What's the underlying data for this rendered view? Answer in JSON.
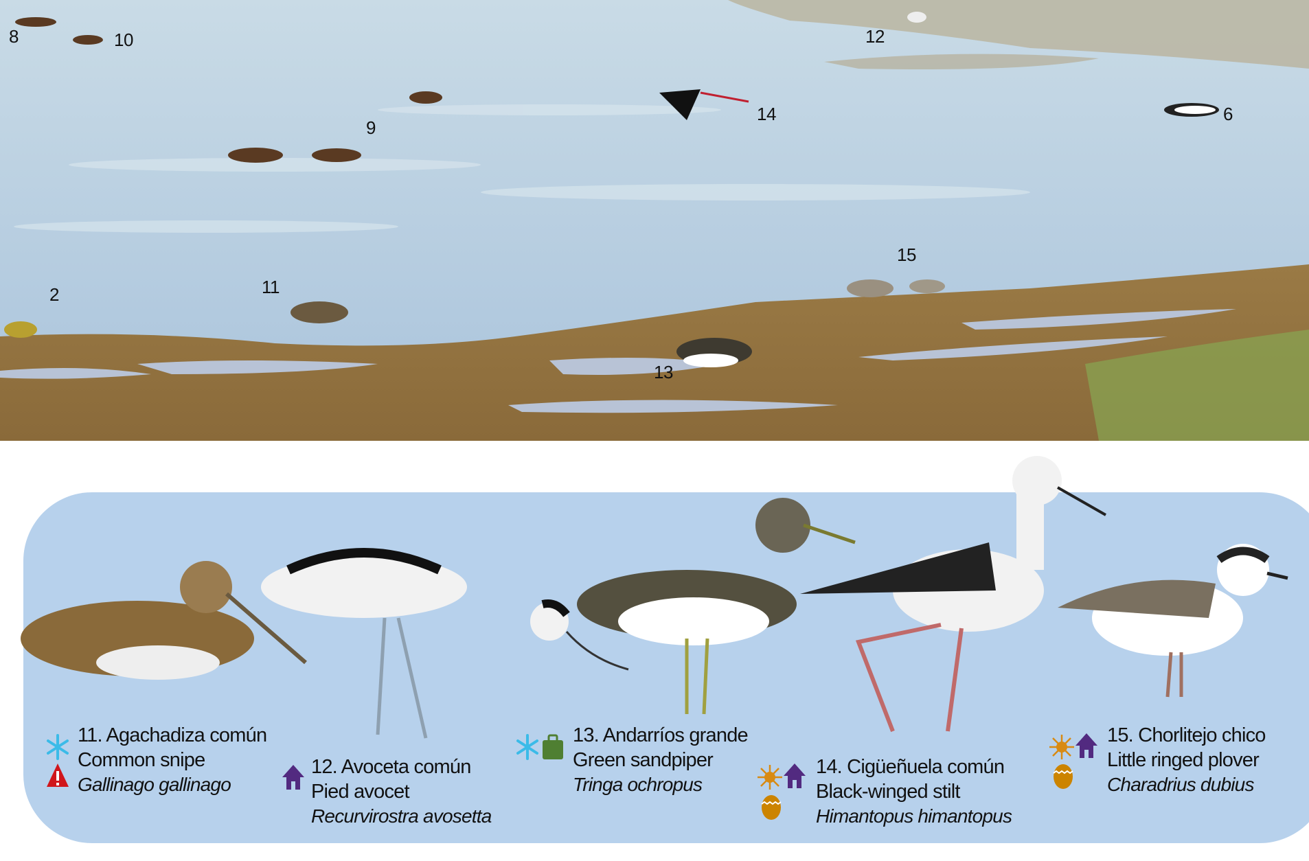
{
  "scene_labels": [
    "8",
    "10",
    "9",
    "12",
    "14",
    "6",
    "2",
    "11",
    "15",
    "13"
  ],
  "legend": [
    {
      "title": "11. Agachadiza común",
      "common": "Common snipe",
      "scientific": "Gallinago gallinago",
      "icons": [
        "snowflake-icon",
        "warning-icon"
      ]
    },
    {
      "title": "12. Avoceta común",
      "common": "Pied avocet",
      "scientific": "Recurvirostra avosetta",
      "icons": [
        "house-icon"
      ]
    },
    {
      "title": "13. Andarríos grande",
      "common": "Green sandpiper",
      "scientific": "Tringa ochropus",
      "icons": [
        "snowflake-icon",
        "suitcase-icon"
      ]
    },
    {
      "title": "14. Cigüeñuela común",
      "common": "Black-winged stilt",
      "scientific": "Himantopus himantopus",
      "icons": [
        "sun-icon",
        "house-icon",
        "egg-icon"
      ]
    },
    {
      "title": "15. Chorlitejo chico",
      "common": "Little ringed plover",
      "scientific": "Charadrius dubius",
      "icons": [
        "sun-icon",
        "house-icon",
        "egg-icon"
      ]
    }
  ],
  "colors": {
    "panel": "#b7d1ec",
    "snowflake": "#3bbbe8",
    "warning": "#d0161b",
    "house": "#522a80",
    "suitcase": "#4f7f32",
    "sun": "#d88a12",
    "egg": "#cc8400"
  }
}
